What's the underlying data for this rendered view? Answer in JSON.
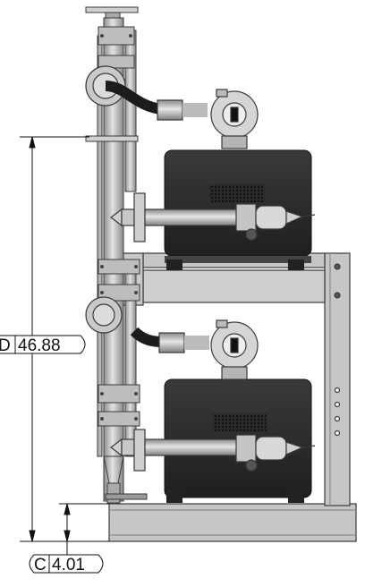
{
  "dimensions": [
    {
      "letter": "D",
      "value": "46.88"
    },
    {
      "letter": "C",
      "value": "4.01"
    }
  ],
  "colors": {
    "frame_fill": "#c6c6c6",
    "frame_stroke": "#3a3a3a",
    "tank_fill": "#2e2e2e",
    "pipe_fill": "#b8b8b8",
    "hose_fill": "#1c1c1c",
    "dimension_line": "#111111"
  }
}
